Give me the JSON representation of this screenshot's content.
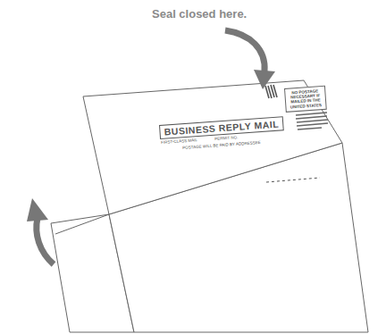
{
  "diagram": {
    "nodes": [
      {
        "text": [
          "BUSINESS REPLY MAIL"
        ]
      },
      {
        "text": [
          "NO POSTAGE NECESSARY IF MAILED IN THE UNITED STATES"
        ]
      }
    ],
    "labels": [
      "Seal closed here.",
      "FIRST-CLASS MAIL",
      "PERMIT NO.",
      "POSTAGE WILL BE PAID BY ADDRESSEE"
    ]
  }
}
